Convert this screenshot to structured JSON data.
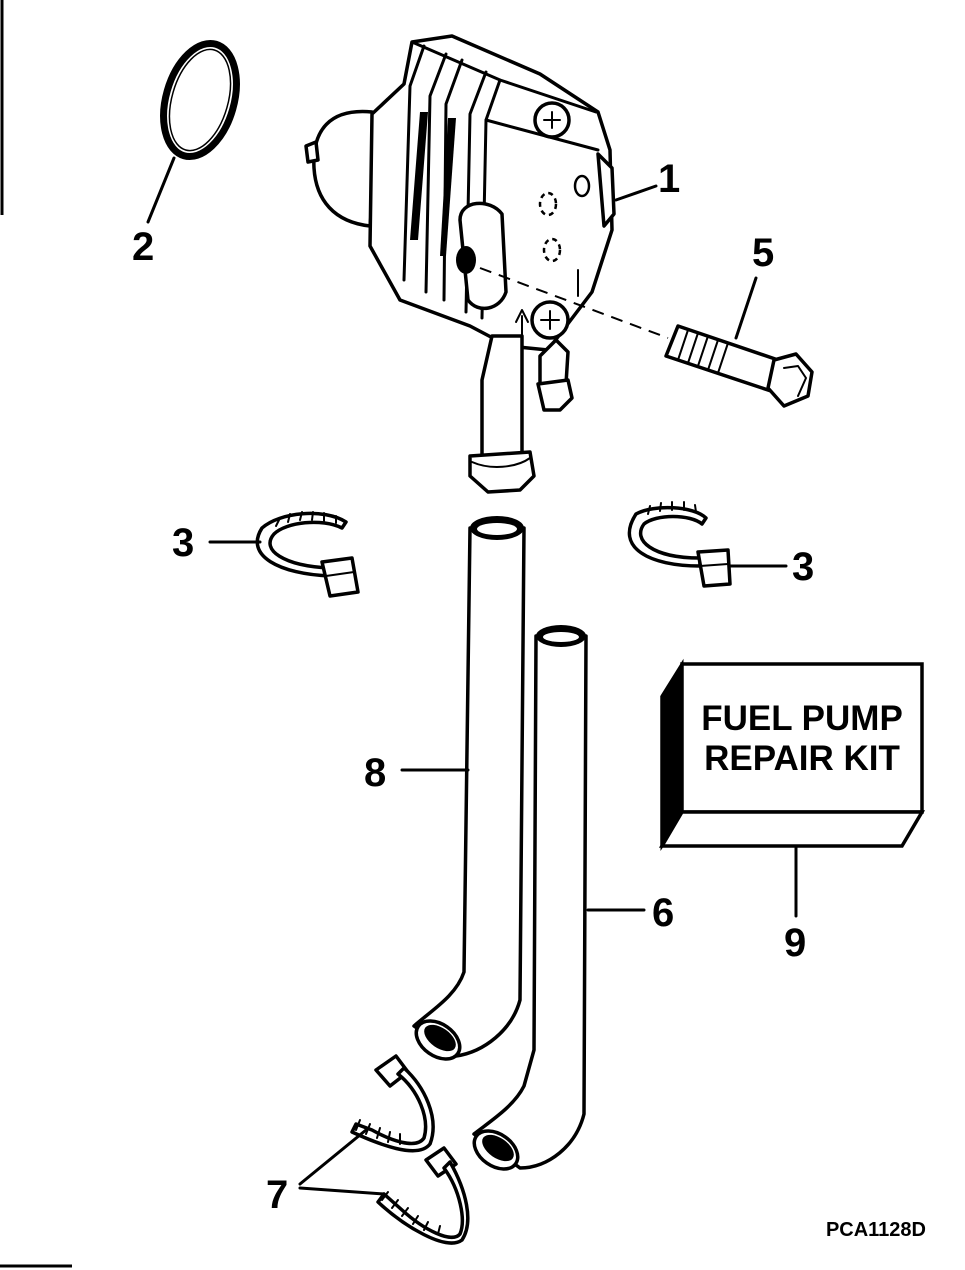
{
  "callouts": {
    "c1": "1",
    "c2": "2",
    "c3a": "3",
    "c3b": "3",
    "c5": "5",
    "c6": "6",
    "c7": "7",
    "c8": "8",
    "c9": "9"
  },
  "kit_box": {
    "line1": "FUEL PUMP",
    "line2": "REPAIR KIT"
  },
  "figure_code": "PCA1128D"
}
